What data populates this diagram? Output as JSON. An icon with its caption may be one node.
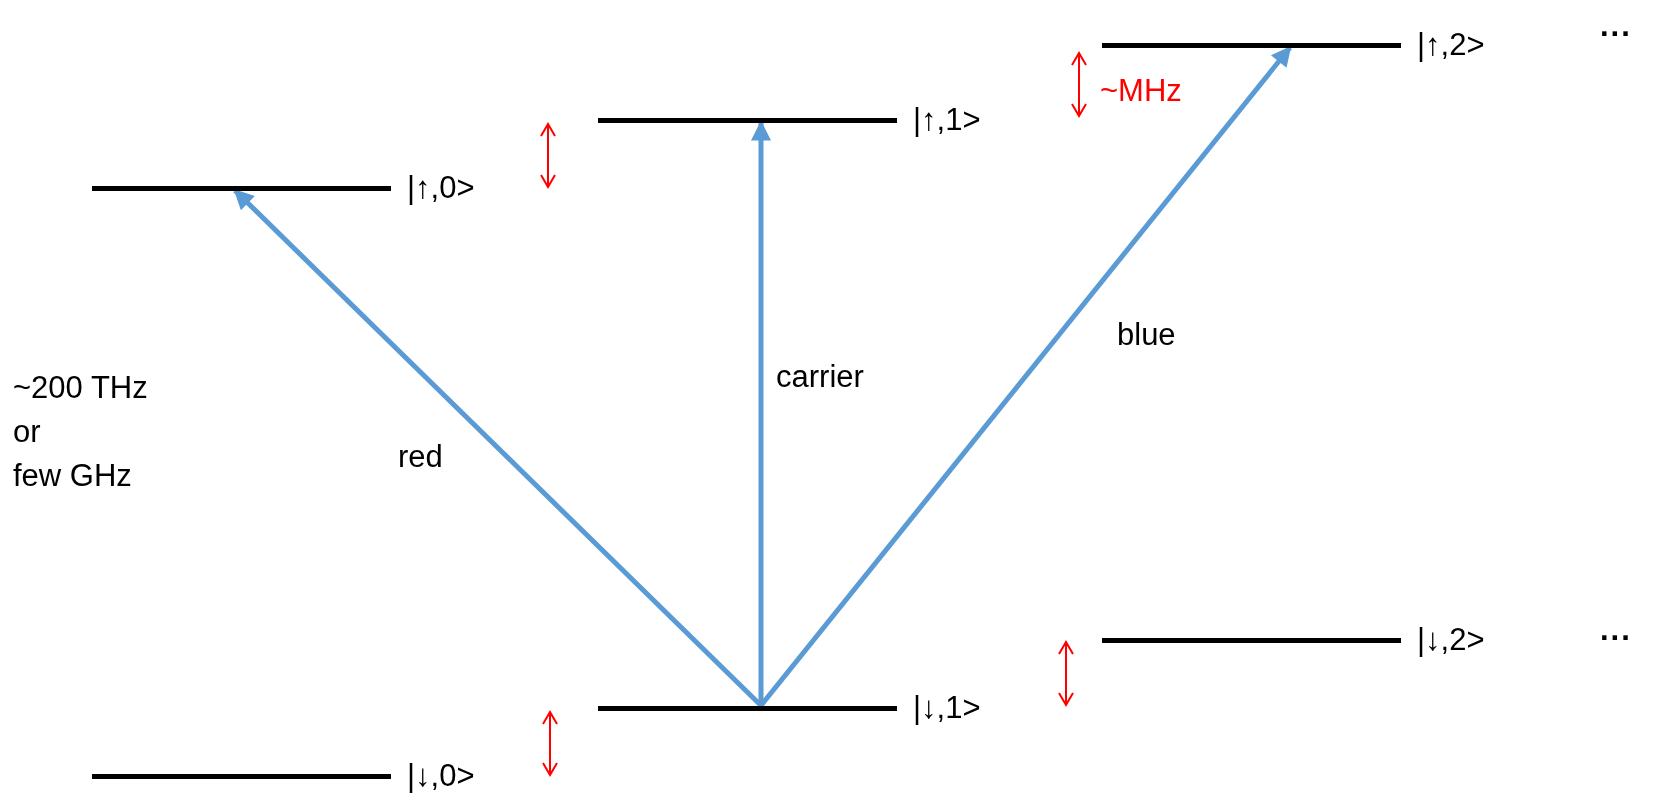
{
  "diagram": {
    "nodes": [
      {
        "text": [],
        "shape": "bar",
        "beside": [
          "|↑,0>"
        ]
      },
      {
        "text": [],
        "shape": "bar",
        "beside": [
          "|↑,1>"
        ]
      },
      {
        "text": [],
        "shape": "bar",
        "beside": [
          "|↑,2>"
        ]
      },
      {
        "text": [],
        "shape": "bar",
        "beside": [
          "|↓,0>"
        ]
      },
      {
        "text": [],
        "shape": "bar",
        "beside": [
          "|↓,1>"
        ]
      },
      {
        "text": [],
        "shape": "bar",
        "beside": [
          "|↓,2>"
        ]
      }
    ],
    "edges": [
      {
        "from": 4,
        "to": 0,
        "arrow": "to",
        "label": "red"
      },
      {
        "from": 4,
        "to": 1,
        "arrow": "to",
        "label": "carrier"
      },
      {
        "from": 4,
        "to": 2,
        "arrow": "to",
        "label": "blue"
      }
    ],
    "labels": [
      "...",
      "~MHz",
      "~200 THz",
      "or",
      "few GHz",
      "..."
    ]
  }
}
